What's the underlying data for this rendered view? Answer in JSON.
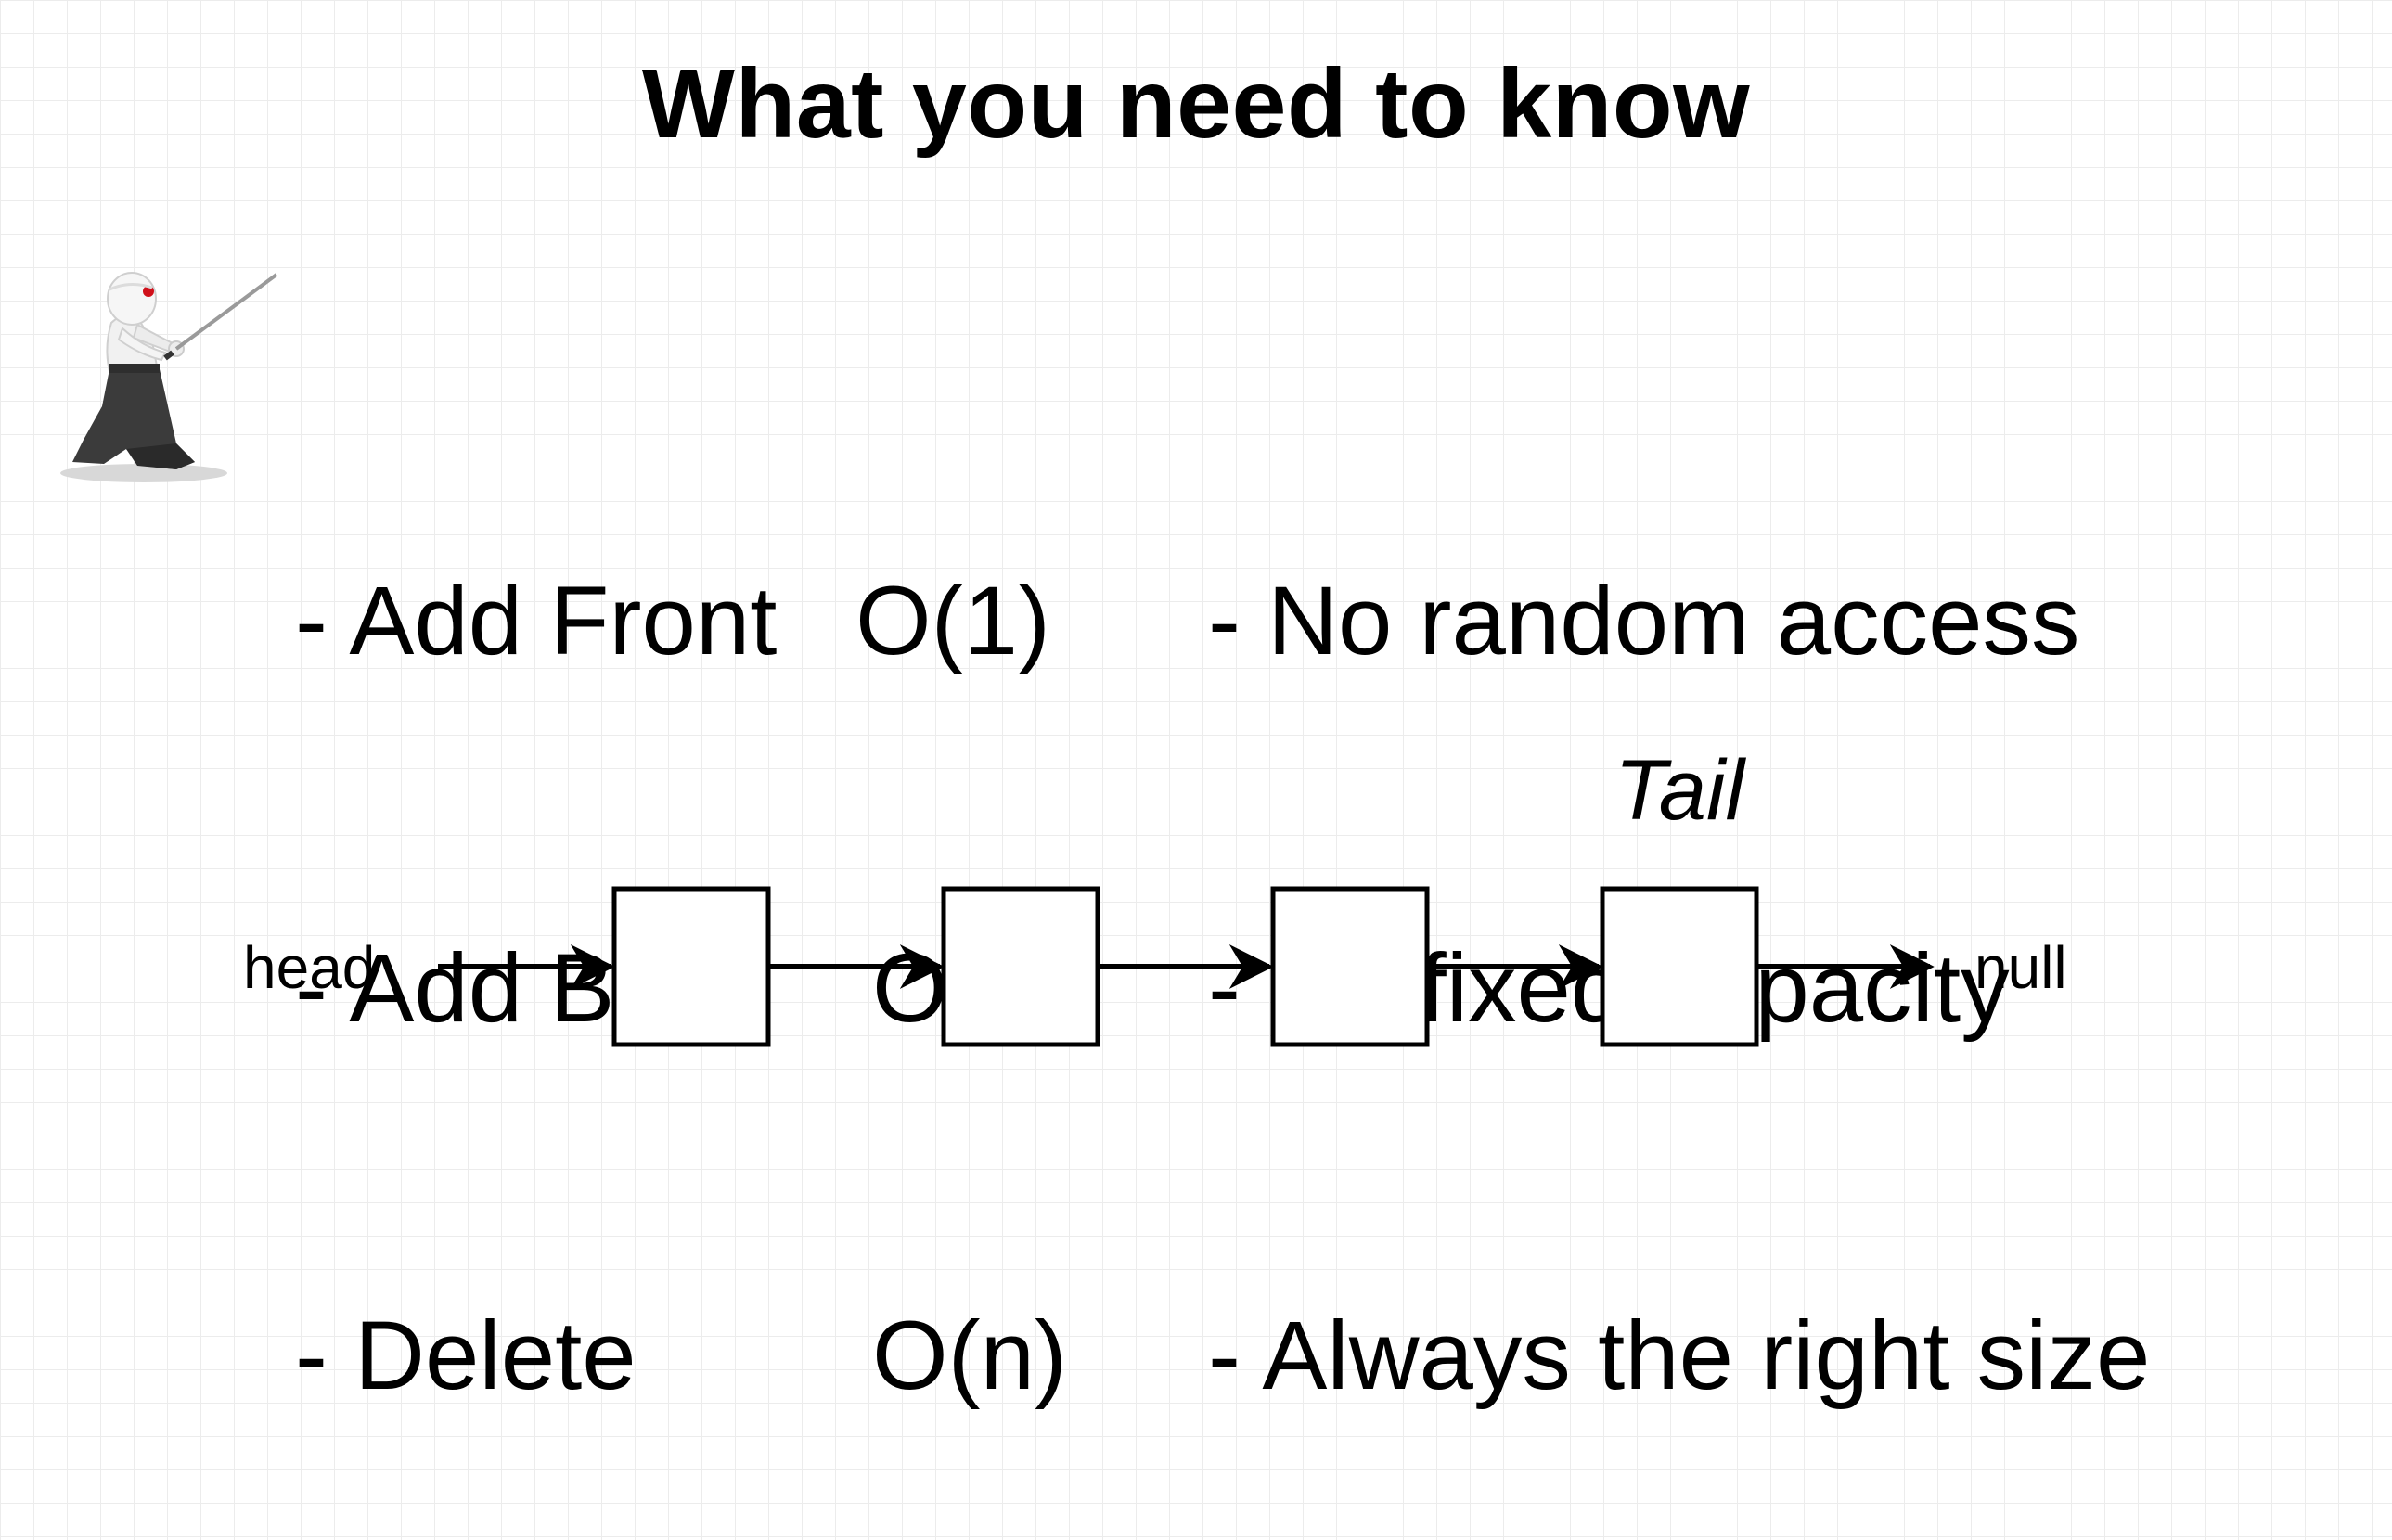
{
  "title": "What you need to know",
  "mascot": {
    "icon": "samurai-mascot-icon",
    "accent_color": "#d0101a"
  },
  "operations": [
    {
      "label": "- Add Front",
      "cost": "O(1)"
    },
    {
      "label": "- Add Back",
      "cost": "O(n)"
    },
    {
      "label": "- Delete",
      "cost": "O(n)"
    }
  ],
  "properties": [
    "- No random access",
    "- No fixed capacity",
    "- Always the right size"
  ],
  "diagram": {
    "head_label": "head",
    "tail_label": "Tail",
    "null_label": "null",
    "node_count": 4
  }
}
